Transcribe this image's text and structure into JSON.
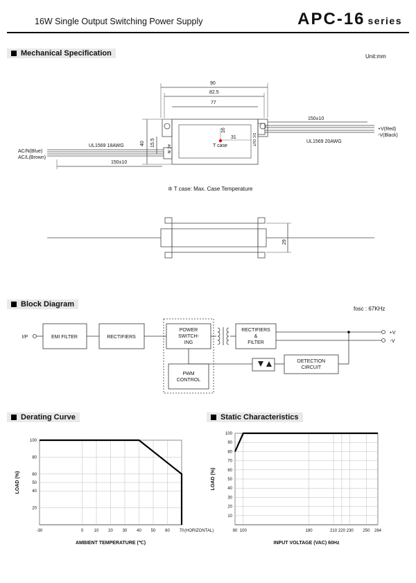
{
  "header": {
    "subtitle": "16W Single Output Switching Power Supply",
    "model": "APC-16",
    "series": "series"
  },
  "mechanical": {
    "title": "Mechanical Specification",
    "unit": "Unit:mm",
    "dims": {
      "d90": "90",
      "d825": "82.5",
      "d77": "77",
      "d150a": "150±10",
      "d150b": "150±10",
      "d40": "40",
      "d155": "15.5",
      "d16": "16",
      "d31": "31",
      "d29": "29"
    },
    "tcase": "T case",
    "ac_in": "AC IN",
    "dc_out": "DC OUT",
    "cable_in": "UL1569  18AWG",
    "cable_out": "UL1569  20AWG",
    "ac_n": "AC/N(Blue)",
    "ac_l": "AC/L(Brown)",
    "vplus": "+V(Red)",
    "vminus": "-V(Black)",
    "note": "❊ T case: Max. Case Temperature"
  },
  "block": {
    "title": "Block Diagram",
    "fosc": "fosc : 67KHz",
    "ip": "I/P",
    "emi": "EMI FILTER",
    "rect1": "RECTIFIERS",
    "power": [
      "POWER",
      "SWITCH-",
      "ING"
    ],
    "rect2": [
      "RECTIFIERS",
      "&",
      "FILTER"
    ],
    "pwm": [
      "PWM",
      "CONTROL"
    ],
    "detect": [
      "DETECTION",
      "CIRCUIT"
    ],
    "vplus": "+V",
    "vminus": "-V"
  },
  "derating": {
    "title": "Derating Curve",
    "chart_data": {
      "type": "line",
      "x": [
        -30,
        40,
        70,
        70
      ],
      "y": [
        100,
        100,
        60,
        0
      ],
      "xlim": [
        -30,
        70
      ],
      "ylim": [
        0,
        100
      ],
      "xticks": [
        -30,
        0,
        10,
        20,
        30,
        40,
        50,
        60,
        70
      ],
      "yticks": [
        20,
        40,
        50,
        60,
        80,
        100
      ],
      "xlabel": "AMBIENT TEMPERATURE (℃)",
      "xlabel_suffix": "(HORIZONTAL)",
      "ylabel": "LOAD (%)"
    }
  },
  "static": {
    "title": "Static Characteristics",
    "chart_data": {
      "type": "line",
      "x": [
        90,
        100,
        264
      ],
      "y": [
        80,
        100,
        100
      ],
      "xlim": [
        90,
        264
      ],
      "ylim": [
        0,
        100
      ],
      "xticks": [
        90,
        100,
        180,
        210,
        220,
        230,
        250,
        264
      ],
      "yticks": [
        10,
        20,
        30,
        40,
        50,
        60,
        70,
        80,
        90,
        100
      ],
      "xlabel": "INPUT VOLTAGE (VAC) 60Hz",
      "ylabel": "LOAD (%)"
    }
  }
}
